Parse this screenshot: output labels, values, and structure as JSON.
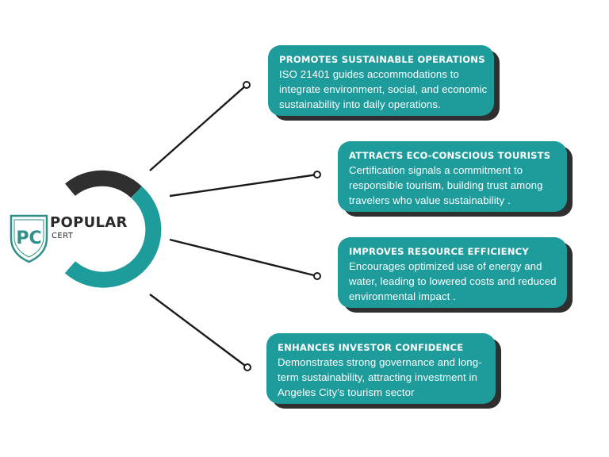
{
  "colors": {
    "teal": "#1e9b9b",
    "shadow": "#2f2f2f",
    "ring_dark": "#2f2f2f",
    "ring_teal": "#1e9b9b",
    "line": "#1a1a1a",
    "logo_green": "#2f8f8a"
  },
  "logo": {
    "name": "POPULAR",
    "sub": "CERT",
    "mark": "PC"
  },
  "cards": [
    {
      "title": "PROMOTES SUSTAINABLE OPERATIONS",
      "lines": [
        "ISO 21401 guides accommodations to",
        "integrate environment, social, and economic",
        "sustainability into daily operations."
      ]
    },
    {
      "title": "ATTRACTS ECO-CONSCIOUS TOURISTS",
      "lines": [
        "Certification signals a commitment to",
        "responsible tourism, building trust among",
        "travelers who value sustainability ."
      ]
    },
    {
      "title": "IMPROVES RESOURCE EFFICIENCY",
      "lines": [
        "Encourages optimized use of energy and",
        "water, leading to lowered costs and reduced",
        "environmental impact ."
      ]
    },
    {
      "title": "ENHANCES INVESTOR CONFIDENCE",
      "lines": [
        "Demonstrates strong governance and long-",
        "term sustainability, attracting investment in",
        "Angeles City's tourism sector"
      ]
    }
  ]
}
